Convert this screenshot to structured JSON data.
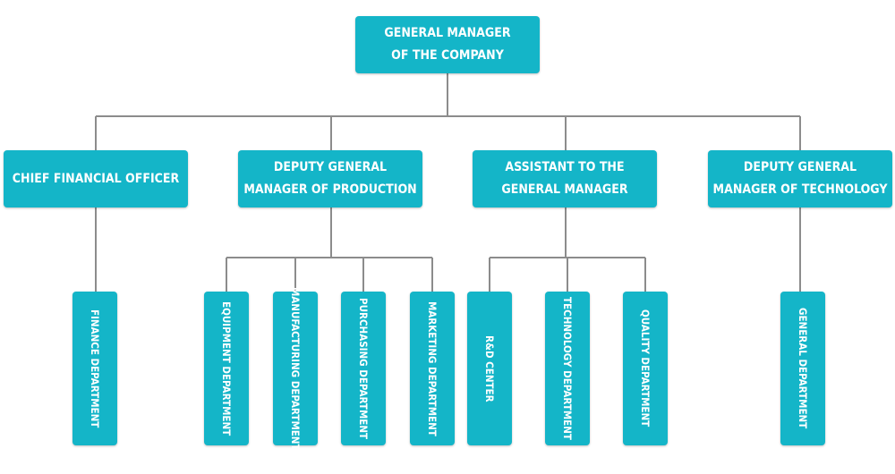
{
  "root": {
    "label": "GENERAL MANAGER\nOF THE COMPANY"
  },
  "level2": [
    {
      "id": "cfo",
      "label": "CHIEF FINANCIAL OFFICER"
    },
    {
      "id": "dgmp",
      "label": "DEPUTY GENERAL\nMANAGER OF PRODUCTION"
    },
    {
      "id": "agm",
      "label": "ASSISTANT TO THE\nGENERAL MANAGER"
    },
    {
      "id": "dgmt",
      "label": "DEPUTY GENERAL\nMANAGER OF TECHNOLOGY"
    }
  ],
  "departments": [
    {
      "label": "FINANCE DEPARTMENT",
      "parent": "cfo"
    },
    {
      "label": "EQUIPMENT DEPARTMENT",
      "parent": "dgmp"
    },
    {
      "label": "MANUFACTURING DEPARTMENT",
      "parent": "dgmp"
    },
    {
      "label": "PURCHASING DEPARTMENT",
      "parent": "dgmp"
    },
    {
      "label": "MARKETING DEPARTMENT",
      "parent": "dgmp"
    },
    {
      "label": "R&D CENTER",
      "parent": "agm"
    },
    {
      "label": "TECHNOLOGY DEPARTMENT",
      "parent": "agm"
    },
    {
      "label": "QUALITY DEPARTMENT",
      "parent": "agm"
    },
    {
      "label": "GENERAL DEPARTMENT",
      "parent": "dgmt"
    }
  ],
  "colors": {
    "node": "#14b5c8",
    "connector": "#8c8c8c",
    "text": "#ffffff"
  }
}
